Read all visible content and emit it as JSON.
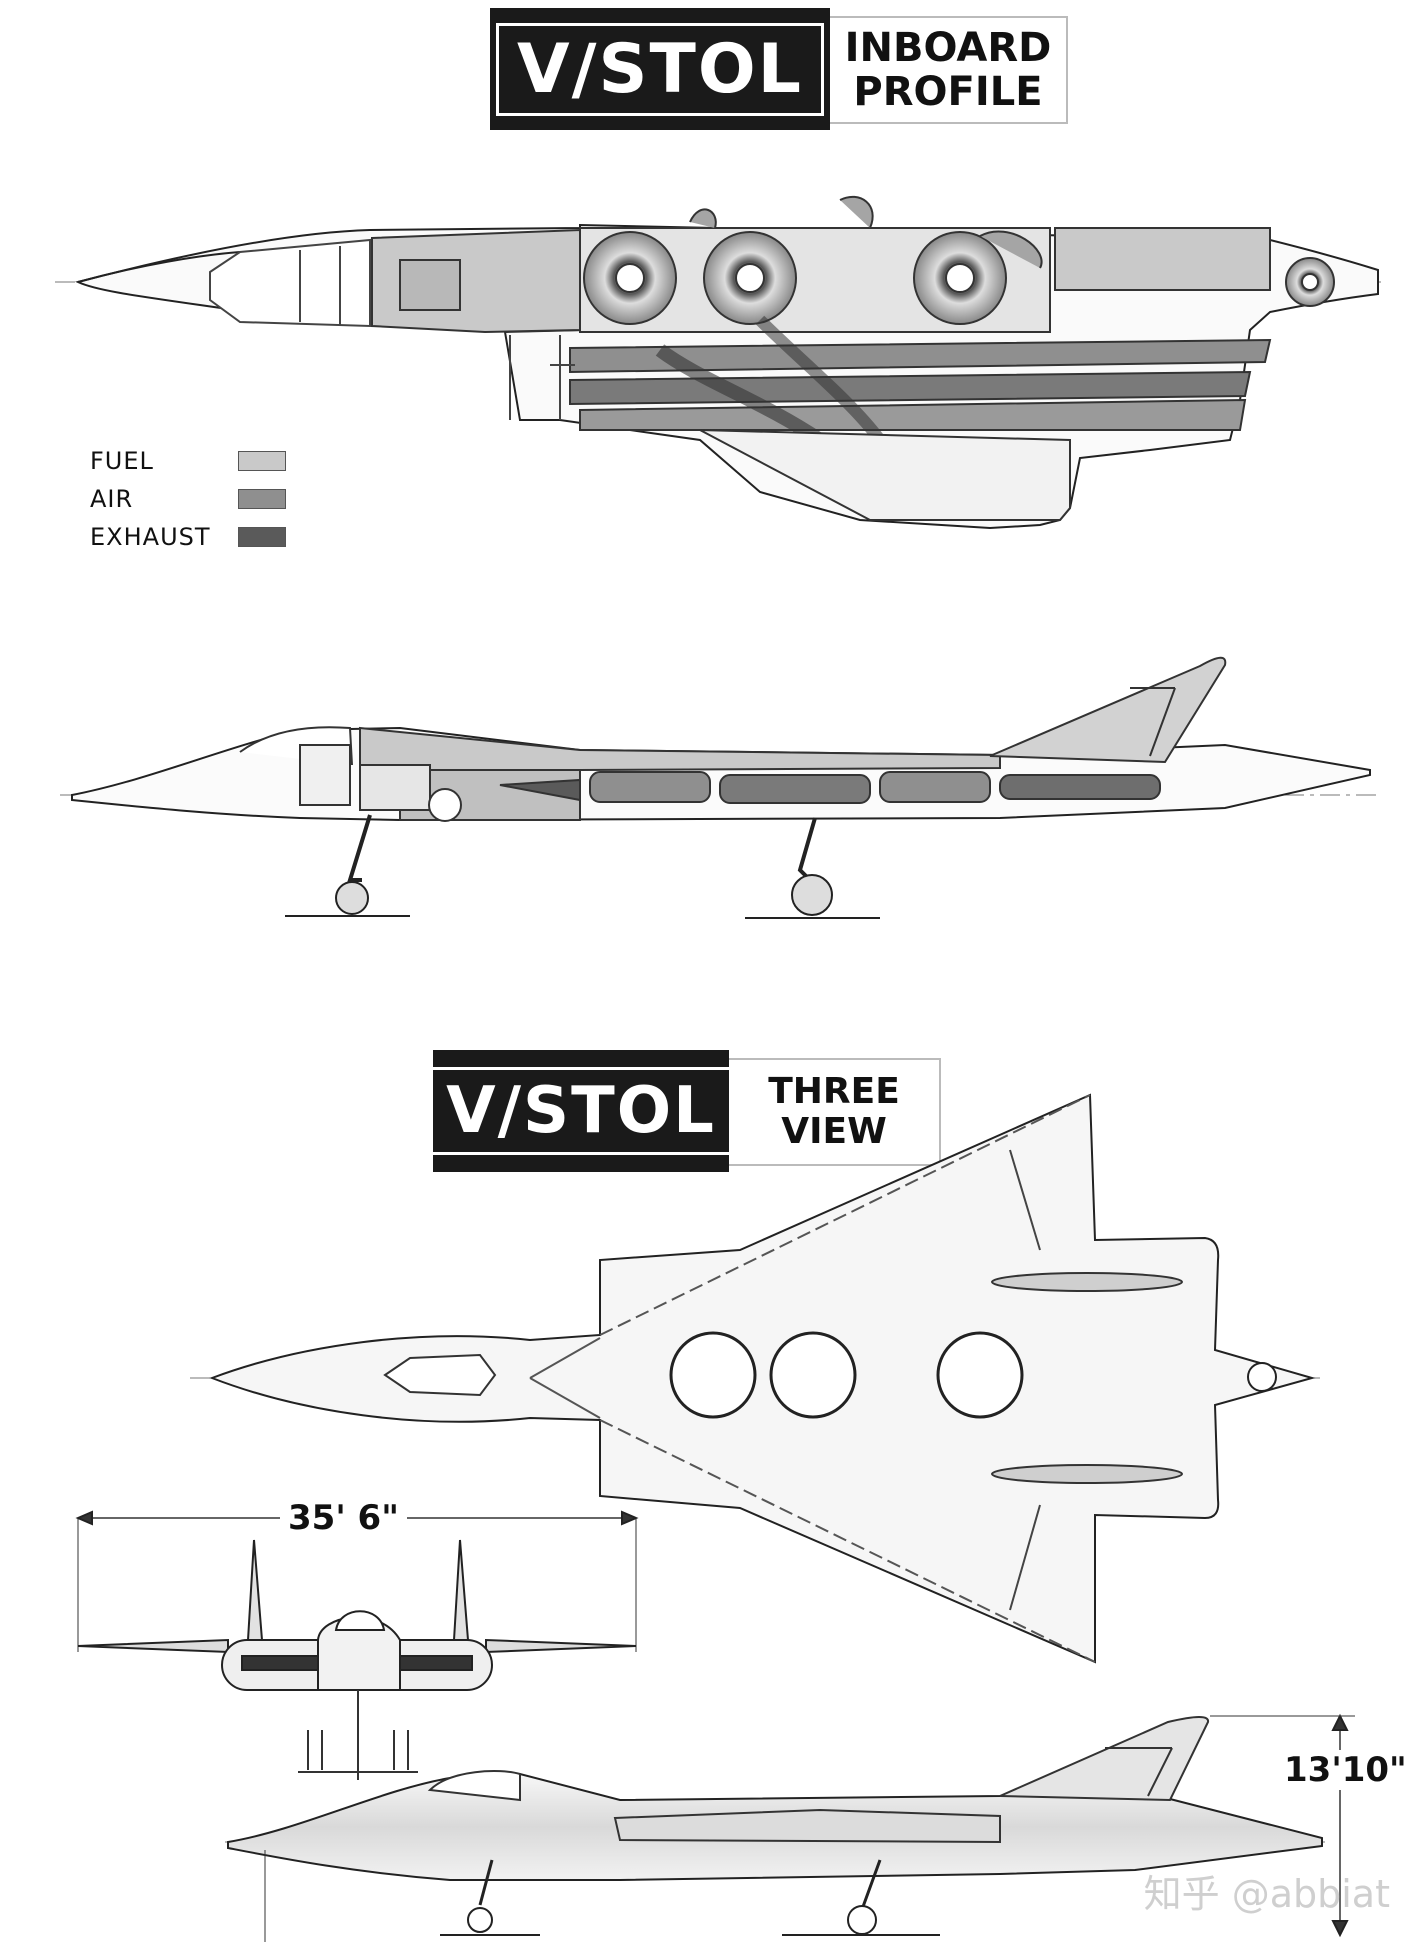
{
  "top_title": {
    "main": "V/STOL",
    "sub_line1": "INBOARD",
    "sub_line2": "PROFILE"
  },
  "bottom_title": {
    "main": "V/STOL",
    "sub_line1": "THREE",
    "sub_line2": "VIEW"
  },
  "legend": [
    {
      "label": "FUEL",
      "color": "#c9c9c9"
    },
    {
      "label": "AIR",
      "color": "#8f8f8f"
    },
    {
      "label": "EXHAUST",
      "color": "#5a5a5a"
    }
  ],
  "dimensions": {
    "span": "35' 6\"",
    "height": "13'10\""
  },
  "watermark": "知乎 @abbiat"
}
